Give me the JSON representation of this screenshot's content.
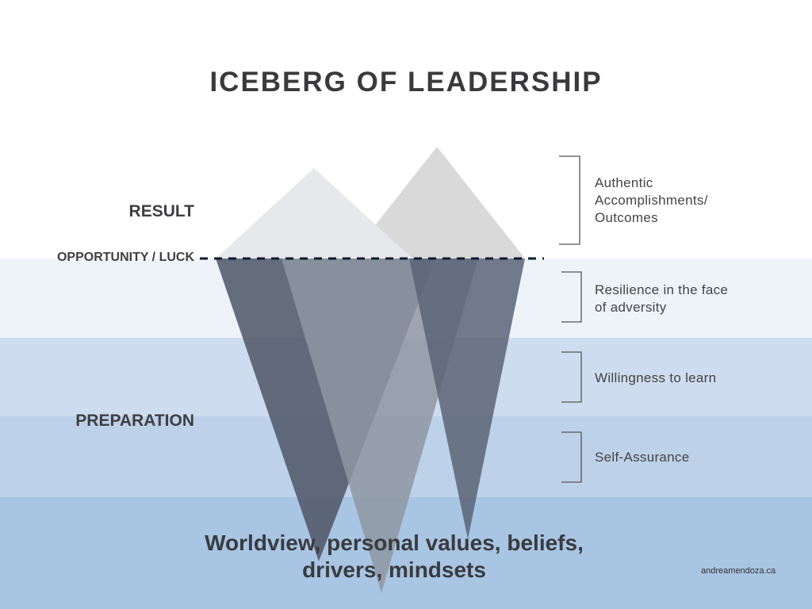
{
  "title": "ICEBERG OF LEADERSHIP",
  "left_labels": {
    "result": "RESULT",
    "opportunity": "OPPORTUNITY / LUCK",
    "preparation": "PREPARATION"
  },
  "right_labels": [
    "Authentic Accomplishments/ Outcomes",
    "Resilience in the face of adversity",
    "Willingness to learn",
    "Self-Assurance"
  ],
  "right_label_lines": {
    "a1": "Authentic",
    "a2": "Accomplishments/",
    "a3": "Outcomes",
    "r1": "Resilience in the face",
    "r2": "of adversity"
  },
  "foundation": {
    "line1": "Worldview, personal values, beliefs,",
    "line2": "drivers, mindsets"
  },
  "credit": "andreamendoza.ca",
  "colors": {
    "band1": "#eef3fa",
    "band2": "#cddcee",
    "band3": "#bdd2e9",
    "band4": "#a8c5e3",
    "dash": "#0f1b2d"
  }
}
